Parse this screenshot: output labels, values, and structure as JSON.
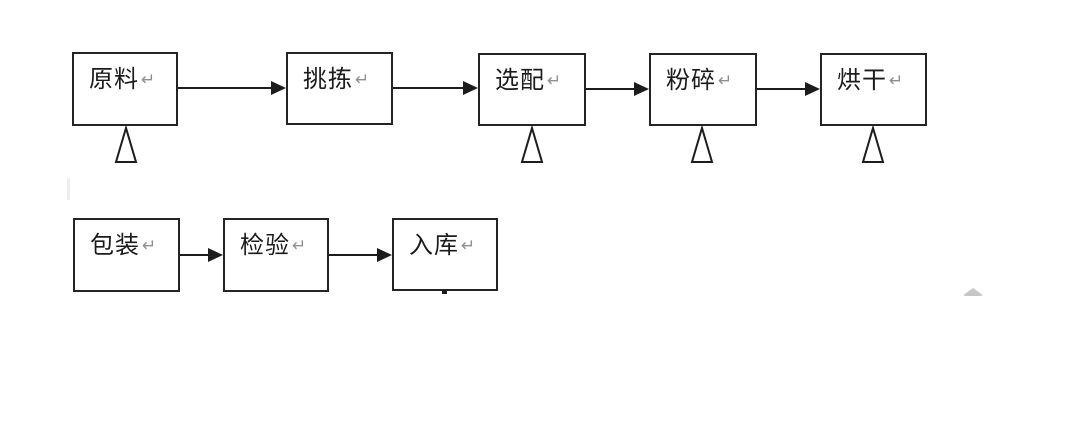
{
  "background": "#ffffff",
  "line_color": "#1c1c1c",
  "return_mark": "↵",
  "diagram": {
    "type": "flowchart",
    "language": "zh",
    "nodes": [
      {
        "id": "raw-material",
        "label": "原料",
        "row": 1,
        "marker_below": true
      },
      {
        "id": "sorting",
        "label": "挑拣",
        "row": 1,
        "marker_below": false
      },
      {
        "id": "selection",
        "label": "选配",
        "row": 1,
        "marker_below": true
      },
      {
        "id": "crushing",
        "label": "粉碎",
        "row": 1,
        "marker_below": true
      },
      {
        "id": "drying",
        "label": "烘干",
        "row": 1,
        "marker_below": true
      },
      {
        "id": "packaging",
        "label": "包装",
        "row": 2,
        "marker_below": false
      },
      {
        "id": "inspection",
        "label": "检验",
        "row": 2,
        "marker_below": false
      },
      {
        "id": "warehousing",
        "label": "入库",
        "row": 2,
        "marker_below": false
      }
    ],
    "edges": [
      {
        "from": "原料",
        "to": "挑拣"
      },
      {
        "from": "挑拣",
        "to": "选配"
      },
      {
        "from": "选配",
        "to": "粉碎"
      },
      {
        "from": "粉碎",
        "to": "烘干"
      },
      {
        "from": "包装",
        "to": "检验"
      },
      {
        "from": "检验",
        "to": "入库"
      }
    ]
  }
}
